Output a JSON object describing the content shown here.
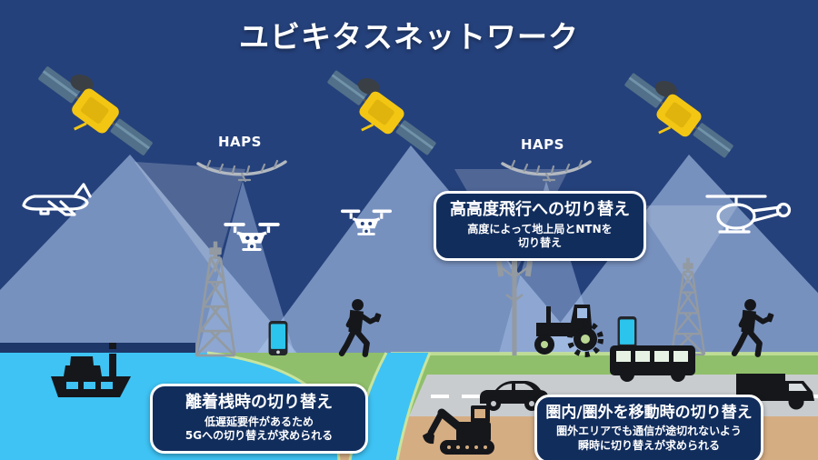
{
  "title": "ユビキタスネットワーク",
  "labels": {
    "haps_left": "HAPS",
    "haps_right": "HAPS"
  },
  "callouts": {
    "high_altitude": {
      "title": "高高度飛行への切り替え",
      "line1": "高度によって地上局とNTNを",
      "line2": "切り替え"
    },
    "docking": {
      "title": "離着桟時の切り替え",
      "line1": "低遅延要件があるため",
      "line2": "5Gへの切り替えが求められる"
    },
    "coverage": {
      "title": "圏内/圏外を移動時の切り替え",
      "line1": "圏外エリアでも通信が途切れないよう",
      "line2": "瞬時に切り替えが求められる"
    }
  },
  "icons": {
    "satellite": "yellow body with slate solar panels and dark dish",
    "haps-aircraft": "gray solar glider wing",
    "airplane": "white outline jet",
    "helicopter": "white outline helicopter",
    "drone": "white quadcopter",
    "cell-tower": "gray lattice/monopole tower",
    "smartphone": "cyan screen phone",
    "person": "black walking silhouette with phone",
    "ship": "black vessel on water",
    "tractor": "black farm tractor",
    "bus": "black bus",
    "truck": "black box truck",
    "car": "black sedan",
    "excavator": "black tracked digger"
  },
  "colors": {
    "sky": "#25417B",
    "callout": "#112D5C",
    "beam": "#A9C4E9",
    "water": "#3EC3F4",
    "grass": "#90BF6B",
    "road": "#C9CCCF",
    "sand": "#D5AD83",
    "satbody": "#F3C613",
    "satpanel": "#527089",
    "phone": "#2BC4EC"
  }
}
